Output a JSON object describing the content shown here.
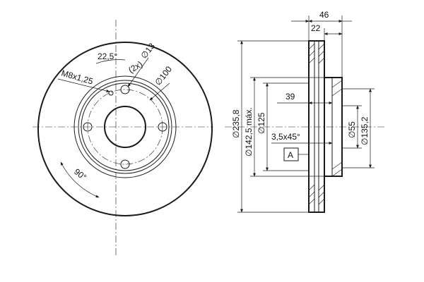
{
  "front_view": {
    "angle_top": "22,5°",
    "thread": "M8x1,25",
    "hole_count": "(2x)",
    "dia_13": "∅13",
    "dia_100": "∅100",
    "angle_bottom": "90°"
  },
  "side_view": {
    "dim_46": "46",
    "dim_22": "22",
    "dim_39": "39",
    "dia_235_8": "∅235,8",
    "dia_142_5": "∅142,5 máx.",
    "dia_125": "∅125",
    "chamfer": "3,5x45°",
    "datum": "A",
    "dia_55": "∅55",
    "dia_135_2": "∅135,2"
  },
  "colors": {
    "line": "#1a1a1a",
    "background": "#ffffff"
  }
}
